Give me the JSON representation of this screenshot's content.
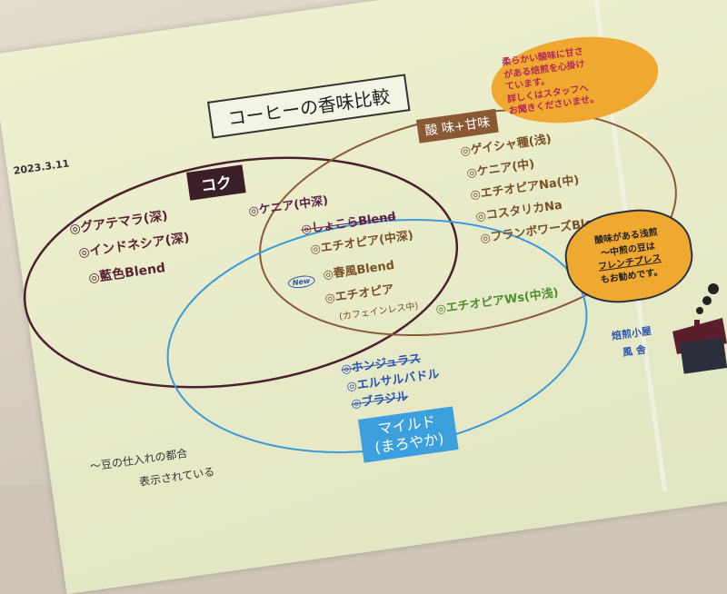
{
  "title": "コーヒーの香味比較",
  "date": "2023.3.11",
  "circles": {
    "koku": {
      "label": "コク",
      "color": "#4a1f2e"
    },
    "acid_sweet": {
      "label": "酸 味+甘味",
      "color": "#8a5a35"
    },
    "mild": {
      "label_line1": "マイルド",
      "label_line2": "(まろやか)",
      "color": "#3a9ad8"
    }
  },
  "koku_items": [
    "◎グアテマラ(深)",
    "◎インドネシア(深)",
    "◎藍色Blend"
  ],
  "koku_acid_items": [
    "◎ケニア(中深)",
    "◎しょこらBlend"
  ],
  "center_items": [
    "◎エチオピア(中深)",
    "◎春風Blend",
    "◎エチオピア",
    "(カフェインレス中)"
  ],
  "new_badge": "New",
  "acid_items": [
    "◎ゲイシャ種(浅)",
    "◎ケニア(中)",
    "◎エチオピアNa(中)",
    "◎コスタリカNa",
    "◎フランボワーズBlend"
  ],
  "acid_mild_items": [
    "◎エチオピアWs(中浅)"
  ],
  "mild_items": [
    "◎ホンジュラス",
    "◎エルサルバドル",
    "◎ブラジル"
  ],
  "speech_bubble": [
    "柔らかい酸味に甘さ",
    "がある焙煎を心掛け",
    "ています。",
    "詳しくはスタッフへ",
    "お聞きくださいませ。"
  ],
  "cloud_note": [
    "酸味がある浅煎",
    "〜中煎の豆は",
    "フレンチプレス",
    "もお勧めです。"
  ],
  "shop": {
    "line1": "焙煎小屋",
    "line2": "風 舎"
  },
  "footer_note": [
    "〜豆の仕入れの都合",
    "表示されている"
  ]
}
